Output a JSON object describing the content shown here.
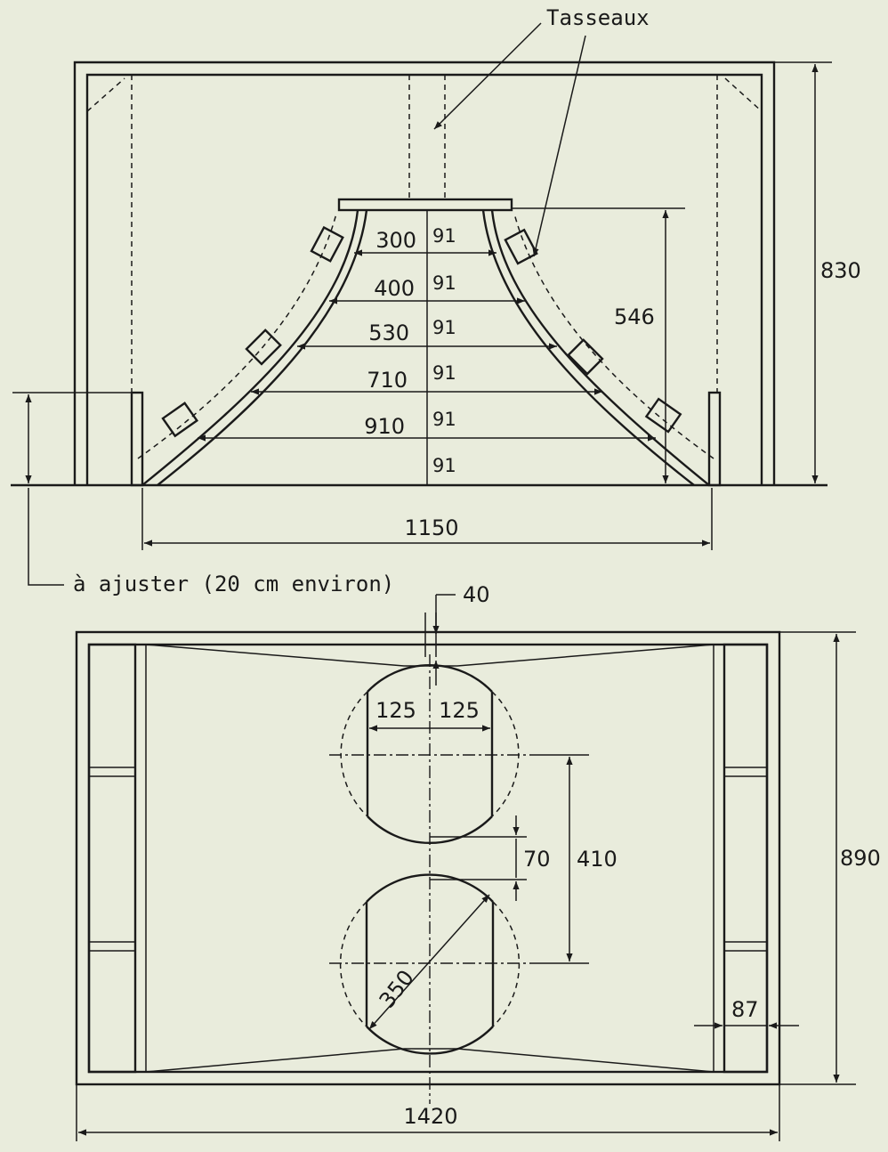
{
  "labels": {
    "tasseaux": "Tasseaux",
    "ajuster": "à ajuster (20 cm environ)"
  },
  "side_view": {
    "height_total": "830",
    "horn_height": "546",
    "base_width": "1150",
    "widths": [
      "300",
      "400",
      "530",
      "710",
      "910"
    ],
    "step": "91"
  },
  "top_view": {
    "width_total": "1420",
    "depth_total": "890",
    "offset": "40",
    "half_left": "125",
    "half_right": "125",
    "center_spacing": "410",
    "gap": "70",
    "diameter": "350",
    "panel": "87"
  }
}
